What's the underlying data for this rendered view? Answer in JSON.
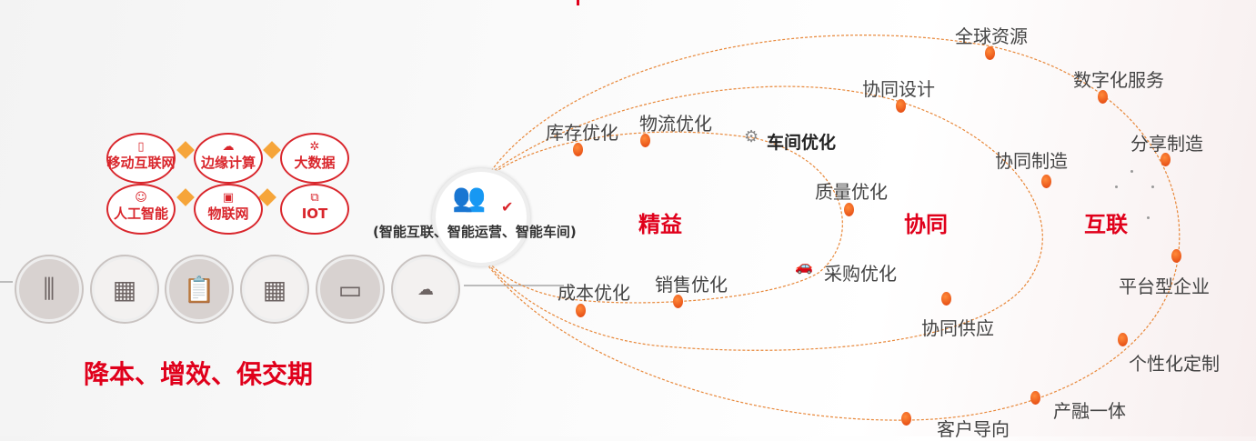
{
  "technologies": [
    {
      "label": "移动互联网",
      "icon": "mobile-icon"
    },
    {
      "label": "边缘计算",
      "icon": "cloud-database-icon"
    },
    {
      "label": "大数据",
      "icon": "network-mesh-icon"
    },
    {
      "label": "人工智能",
      "icon": "brain-head-icon"
    },
    {
      "label": "物联网",
      "icon": "iot-device-icon"
    },
    {
      "label": "IOT",
      "icon": "iot-square-icon"
    }
  ],
  "tools": [
    "equalizer-icon",
    "abacus-icon",
    "clipboard-timer-icon",
    "calculator-icon",
    "computer-icon",
    "cloud-network-icon"
  ],
  "hub": {
    "label": "(智能互联、智能运营、智能车间)",
    "icon": "people-check-icon"
  },
  "slogan": "降本、增效、保交期",
  "stages": {
    "lean": "精益",
    "collab": "协同",
    "connect": "互联"
  },
  "nodes": {
    "inner": [
      "库存优化",
      "物流优化",
      "车间优化",
      "质量优化",
      "采购优化",
      "销售优化",
      "成本优化"
    ],
    "middle": [
      "协同设计",
      "协同制造",
      "协同供应"
    ],
    "outer": [
      "全球资源",
      "数字化服务",
      "分享制造",
      "平台型企业",
      "个性化定制",
      "产融一体",
      "客户导向"
    ]
  },
  "colors": {
    "accent": "#e0001b",
    "orbit": "#e8883a",
    "dot": "#f05a14"
  }
}
